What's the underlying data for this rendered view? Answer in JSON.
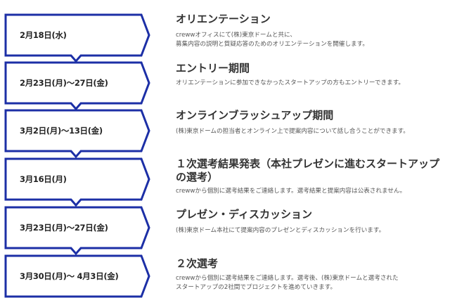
{
  "accent_color": "#1c2fa6",
  "steps": [
    {
      "date": "2月18日(水)",
      "title": "オリエンテーション",
      "desc": "crewwオフィスにて(株)東京ドームと共に、\n募集内容の説明と質疑応答のためのオリエンテーションを開催します。"
    },
    {
      "date": "2月23日(月)〜27日(金)",
      "title": "エントリー期間",
      "desc": "オリエンテーションに参加できなかったスタートアップの方もエントリーできます。"
    },
    {
      "date": "3月2日(月)〜13日(金)",
      "title": "オンラインブラッシュアップ期間",
      "desc": "(株)東京ドームの担当者とオンライン上で提案内容について話し合うことができます。"
    },
    {
      "date": "3月16日(月)",
      "title": "１次選考結果発表（本社プレゼンに進むスタートアップの選考）",
      "desc": "crewwから個別に選考結果をご連絡します。選考結果と提案内容は公表されません。"
    },
    {
      "date": "3月23日(月)〜27日(金)",
      "title": "プレゼン・ディスカッション",
      "desc": "(株)東京ドーム本社にて提案内容のプレゼンとディスカッションを行います。"
    },
    {
      "date": "3月30日(月)〜 4月3日(金)",
      "title": "２次選考",
      "desc": "crewwから個別に選考結果をご連絡します。選考後、(株)東京ドームと選考された\nスタートアップの2社間でプロジェクトを進めていきます。"
    }
  ]
}
